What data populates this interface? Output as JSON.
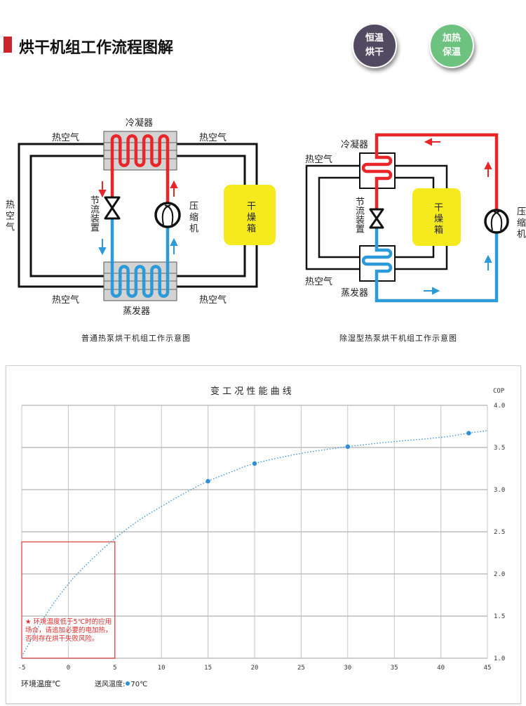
{
  "header": {
    "title": "烘干机组工作流程图解",
    "accent_color": "#c9252b",
    "badges": [
      {
        "line1": "恒温",
        "line2": "烘干",
        "color": "#514a61"
      },
      {
        "line1": "加热",
        "line2": "保温",
        "color": "#6cc27e"
      }
    ]
  },
  "diagram1": {
    "condenser": "冷凝器",
    "evaporator": "蒸发器",
    "hot_air": "热空气",
    "throttle": "节流装置",
    "compressor": "压缩机",
    "dryer": "干燥箱",
    "caption": "普通热泵烘干机组工作示意图"
  },
  "diagram2": {
    "condenser": "冷凝器",
    "evaporator": "蒸发器",
    "hot_air": "热空气",
    "throttle": "节流装置",
    "compressor": "压缩机",
    "dryer": "干燥箱",
    "caption": "除湿型热泵烘干机组工作示意图"
  },
  "colors": {
    "hot": "#e8262a",
    "cold": "#2c9ad8",
    "dryer": "#f5ea1e",
    "coil_box": "#d3d3d3"
  },
  "chart_data": {
    "type": "line",
    "title": "变 工 况 性 能 曲 线",
    "ylabel": "COP",
    "xlabel": "环境温度℃",
    "xlim": [
      -5,
      45
    ],
    "ylim": [
      1.0,
      4.0
    ],
    "x_ticks": [
      "-5",
      "0",
      "5",
      "10",
      "15",
      "20",
      "25",
      "30",
      "35",
      "40",
      "45"
    ],
    "y_ticks": [
      "1.0",
      "1.5",
      "2.0",
      "2.5",
      "3.0",
      "3.5",
      "4.0"
    ],
    "grid": true,
    "series": [
      {
        "name": "70℃",
        "color": "#2f8fd6",
        "points": [
          [
            15,
            3.1
          ],
          [
            20,
            3.31
          ],
          [
            30,
            3.51
          ],
          [
            43,
            3.67
          ]
        ],
        "trend": [
          [
            -5,
            1.02
          ],
          [
            -2.5,
            1.5
          ],
          [
            0,
            1.88
          ],
          [
            2.5,
            2.17
          ],
          [
            5,
            2.42
          ],
          [
            7.5,
            2.63
          ],
          [
            10,
            2.8
          ],
          [
            12.5,
            2.96
          ],
          [
            15,
            3.1
          ],
          [
            17.5,
            3.21
          ],
          [
            20,
            3.31
          ],
          [
            25,
            3.43
          ],
          [
            30,
            3.51
          ],
          [
            35,
            3.57
          ],
          [
            40,
            3.62
          ],
          [
            43,
            3.67
          ],
          [
            45,
            3.7
          ]
        ]
      }
    ],
    "legend_label": "送风温度:",
    "legend_value": "70℃",
    "warning_region": {
      "x": [
        -5,
        5
      ],
      "y": [
        1.0,
        2.38
      ]
    },
    "warning_text": "★ 环境温度低于5℃时的应用场合，请追加必要的电加热，否则存在烘干失败风险。"
  }
}
